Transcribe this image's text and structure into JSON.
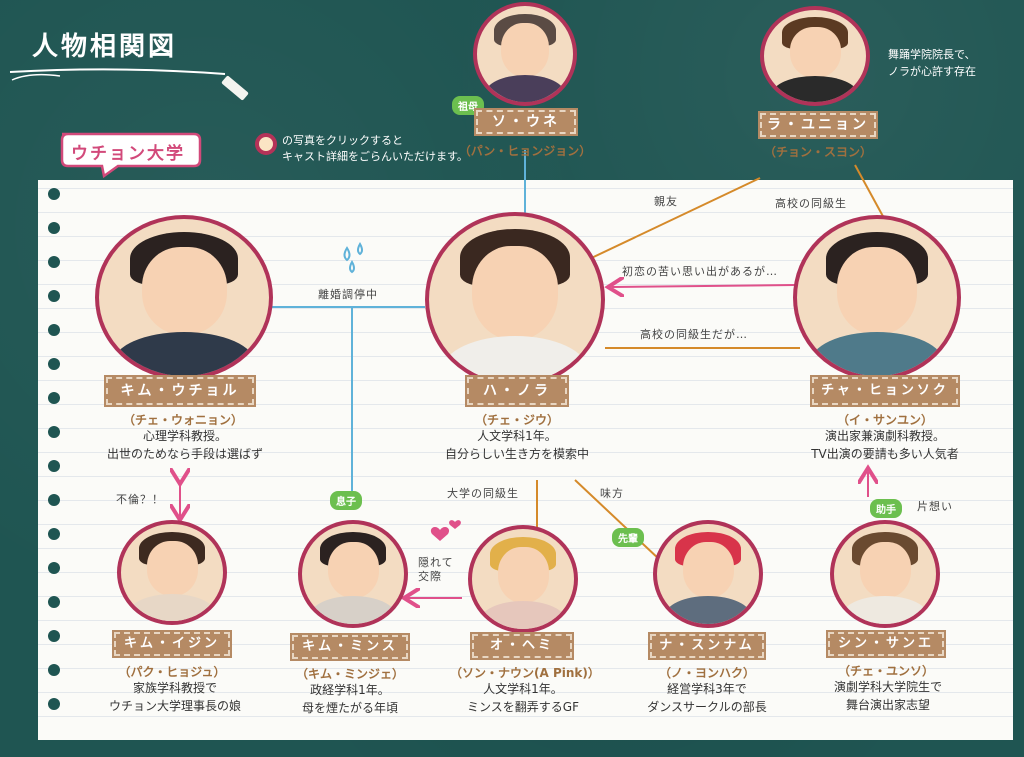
{
  "title": "人物相関図",
  "group_label": "ウチョン大学",
  "note": "の写真をクリックすると\nキャスト詳細をごらんいただけます。",
  "colors": {
    "board": "#1f5552",
    "photo_ring": "#b03359",
    "nameplate": "#b58a64",
    "blue_line": "#5fb2d9",
    "pink_arrow": "#e0508a",
    "orange_line": "#d58a2a",
    "badge": "#6cbf4f"
  },
  "characters": {
    "so_une": {
      "name": "ソ・ウネ",
      "actor": "（パン・ヒョンジョン）",
      "badge": "祖母",
      "desc": ""
    },
    "ra_yunion": {
      "name": "ラ・ユニョン",
      "actor": "（チョン・スヨン）",
      "desc": "舞踊学院院長で、\nノラが心許す存在"
    },
    "kim_uchol": {
      "name": "キム・ウチョル",
      "actor": "（チェ・ウォニョン）",
      "desc": "心理学科教授。\n出世のためなら手段は選ばず"
    },
    "ha_nora": {
      "name": "ハ・ノラ",
      "actor": "（チェ・ジウ）",
      "desc": "人文学科1年。\n自分らしい生き方を模索中"
    },
    "cha_hyonsok": {
      "name": "チャ・ヒョンソク",
      "actor": "（イ・サンユン）",
      "desc": "演出家兼演劇科教授。\nTV出演の要請も多い人気者"
    },
    "kim_ijin": {
      "name": "キム・イジン",
      "actor": "（パク・ヒョジュ）",
      "desc": "家族学科教授で\nウチョン大学理事長の娘"
    },
    "kim_minsu": {
      "name": "キム・ミンス",
      "actor": "（キム・ミンジェ）",
      "badge": "息子",
      "desc": "政経学科1年。\n母を煙たがる年頃"
    },
    "o_hemi": {
      "name": "オ・ヘミ",
      "actor": "（ソン・ナウン(A Pink)）",
      "desc": "人文学科1年。\nミンスを翻弄するGF"
    },
    "na_sunam": {
      "name": "ナ・スンナム",
      "actor": "（ノ・ヨンハク）",
      "badge": "先輩",
      "desc": "経営学科3年で\nダンスサークルの部長"
    },
    "shin_sanhe": {
      "name": "シン・サンエ",
      "actor": "（チェ・ユンソ）",
      "badge": "助手",
      "desc": "演劇学科大学院生で\n舞台演出家志望"
    }
  },
  "relations": {
    "shinyu": "親友",
    "koko_dokyusei": "高校の同級生",
    "hatsukoi": "初恋の苦い思い出があるが…",
    "koko_dokyusei_daga": "高校の同級生だが…",
    "rikon": "離婚調停中",
    "furin": "不倫？！",
    "daigaku_dokyusei": "大学の同級生",
    "mikata": "味方",
    "kakurete": "隠れて\n交際",
    "kataomoi": "片想い"
  }
}
